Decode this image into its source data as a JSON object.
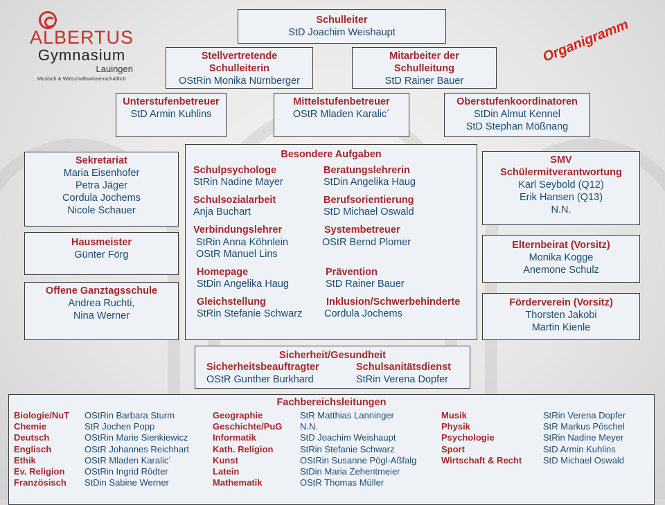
{
  "logo": {
    "name": "ALBERTUS",
    "school": "Gymnasium",
    "city": "Lauingen",
    "tagline": "Musisch & Wirtschaftswissenschaftlich"
  },
  "title": "Organigramm",
  "schulleiter": {
    "title": "Schulleiter",
    "name": "StD Joachim Weishaupt"
  },
  "stellvertretung": {
    "title1": "Stellvertretende",
    "title2": "Schulleiterin",
    "name": "OStRin Monika Nürnberger"
  },
  "mitarbeiter": {
    "title1": "Mitarbeiter der",
    "title2": "Schulleitung",
    "name": "StD Rainer Bauer"
  },
  "unterstufe": {
    "title": "Unterstufenbetreuer",
    "name": "StD Armin Kuhlins"
  },
  "mittelstufe": {
    "title": "Mittelstufenbetreuer",
    "name": "OStR Mladen Karalic´"
  },
  "oberstufe": {
    "title": "Oberstufenkoordinatoren",
    "names": [
      "StDin Almut Kennel",
      "StD Stephan Mößnang"
    ]
  },
  "sekretariat": {
    "title": "Sekretariat",
    "names": [
      "Maria Eisenhofer",
      "Petra Jäger",
      "Cordula Jochems",
      "Nicole Schauer"
    ]
  },
  "hausmeister": {
    "title": "Hausmeister",
    "name": "Günter Förg"
  },
  "ganztag": {
    "title": "Offene Ganztagsschule",
    "names": [
      "Andrea Ruchti,",
      "Nina Werner"
    ]
  },
  "smv": {
    "title1": "SMV",
    "title2": "Schülermitverantwortung",
    "names": [
      "Karl Seybold (Q12)",
      "Erik Hansen (Q13)",
      "N.N."
    ]
  },
  "elternbeirat": {
    "title": "Elternbeirat (Vorsitz)",
    "names": [
      "Monika Kogge",
      "Anemone Schulz"
    ]
  },
  "foerderverein": {
    "title": "Förderverein (Vorsitz)",
    "names": [
      "Thorsten Jakobi",
      "Martin Kienle"
    ]
  },
  "besondere": {
    "title": "Besondere Aufgaben",
    "items": [
      {
        "role": "Schulpsychologe",
        "names": [
          "StRin Nadine Mayer"
        ]
      },
      {
        "role": "Beratungslehrerin",
        "names": [
          "StDin Angelika Haug"
        ]
      },
      {
        "role": "Schulsozialarbeit",
        "names": [
          "Anja Buchart"
        ]
      },
      {
        "role": "Berufsorientierung",
        "names": [
          "StD Michael Oswald"
        ]
      },
      {
        "role": "Verbindungslehrer",
        "names": [
          "StRin Anna Köhnlein",
          "OStR Manuel Lins"
        ]
      },
      {
        "role": "Systembetreuer",
        "names": [
          "OStR Bernd Plomer"
        ]
      },
      {
        "role": "Homepage",
        "names": [
          "StDin Angelika Haug"
        ]
      },
      {
        "role": "Prävention",
        "names": [
          "StD Rainer Bauer"
        ]
      },
      {
        "role": "Gleichstellung",
        "names": [
          "StRin Stefanie Schwarz"
        ]
      },
      {
        "role": "Inklusion/Schwerbehinderte",
        "names": [
          "Cordula Jochems"
        ]
      }
    ]
  },
  "sicherheit": {
    "title": "Sicherheit/Gesundheit",
    "items": [
      {
        "role": "Sicherheitsbeauftragter",
        "name": "OStR Gunther Burkhard"
      },
      {
        "role": "Schulsanitätsdienst",
        "name": "StRin Verena Dopfer"
      }
    ]
  },
  "fachbereich": {
    "title": "Fachbereichsleitungen",
    "columns": [
      [
        [
          "Biologie/NuT",
          "OStRin Barbara Sturm"
        ],
        [
          "Chemie",
          "StR Jochen Popp"
        ],
        [
          "Deutsch",
          "OStRin Marie Sienkiewicz"
        ],
        [
          "Englisch",
          "OStR Johannes Reichhart"
        ],
        [
          "Ethik",
          "OStR Mladen Karalic´"
        ],
        [
          "Ev. Religion",
          "OStRin Ingrid Rödter"
        ],
        [
          "Französisch",
          "StDin Sabine Werner"
        ]
      ],
      [
        [
          "Geographie",
          "StR Matthias Lanninger"
        ],
        [
          "Geschichte/PuG",
          "N.N."
        ],
        [
          "Informatik",
          "StD Joachim Weishaupt"
        ],
        [
          "Kath. Religion",
          "StRin Stefanie Schwarz"
        ],
        [
          "Kunst",
          "OStRin Susanne Pögl-Aßfalg"
        ],
        [
          "Latein",
          "StDin Maria Zehentmeier"
        ],
        [
          "Mathematik",
          "OStR Thomas Müller"
        ]
      ],
      [
        [
          "Musik",
          "StRin Verena Dopfer"
        ],
        [
          "Physik",
          "StR Markus Pöschel"
        ],
        [
          "Psychologie",
          "StRin Nadine Meyer"
        ],
        [
          "Sport",
          "StD Armin Kuhlins"
        ],
        [
          "Wirtschaft & Recht",
          "StD Michael Oswald"
        ]
      ]
    ]
  },
  "colors": {
    "accent_red": "#a3282a",
    "name_blue": "#1b4a72",
    "box_bg": "#eef2f7"
  }
}
